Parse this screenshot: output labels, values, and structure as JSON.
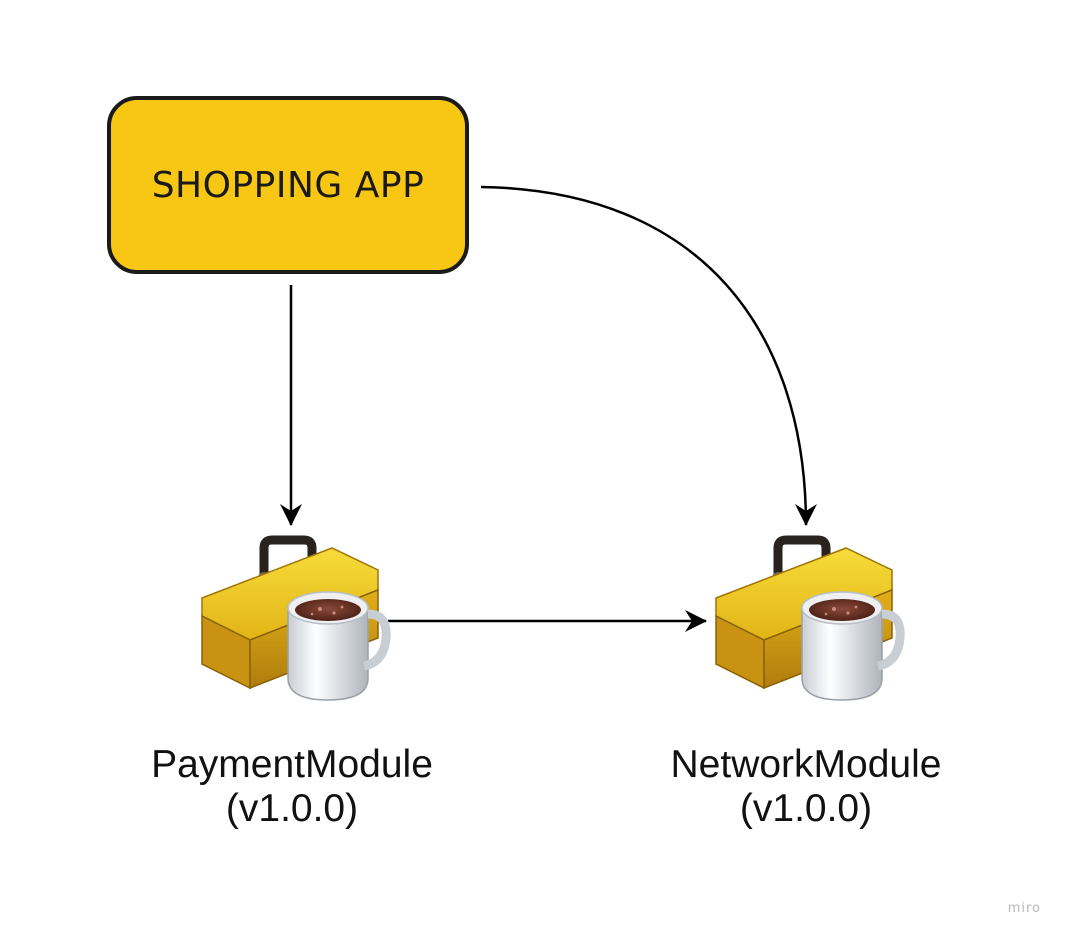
{
  "diagram": {
    "app_node": {
      "label": "SHOPPING APP",
      "fill_color": "#f8c714",
      "border_color": "#1a1a1a"
    },
    "modules": [
      {
        "name": "PaymentModule",
        "version": "(v1.0.0)",
        "icon": "java-toolbox-coffee-icon"
      },
      {
        "name": "NetworkModule",
        "version": "(v1.0.0)",
        "icon": "java-toolbox-coffee-icon"
      }
    ],
    "edges": [
      {
        "from": "SHOPPING APP",
        "to": "PaymentModule"
      },
      {
        "from": "SHOPPING APP",
        "to": "NetworkModule"
      },
      {
        "from": "PaymentModule",
        "to": "NetworkModule"
      }
    ],
    "watermark": "miro"
  }
}
